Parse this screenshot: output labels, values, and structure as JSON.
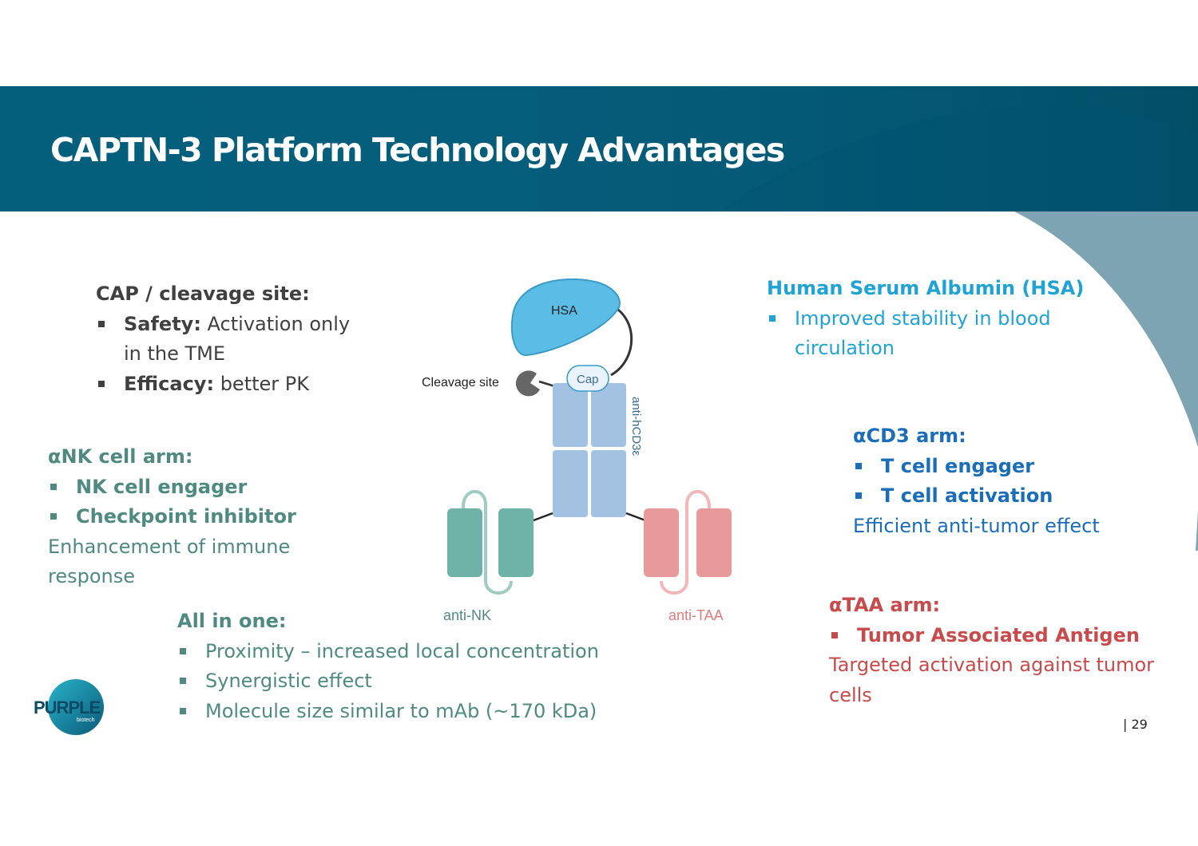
{
  "slide": {
    "title": "CAPTN-3 Platform Technology Advantages",
    "page_number": "| 29"
  },
  "cap_section": {
    "heading": "CAP / cleavage site:",
    "items": [
      {
        "label": "Safety:",
        "text": " Activation only",
        "text2": "in the TME"
      },
      {
        "label": "Efficacy:",
        "text": " better PK"
      }
    ]
  },
  "nk_section": {
    "heading": "αNK cell arm:",
    "items": [
      "NK cell engager",
      "Checkpoint inhibitor"
    ],
    "body_line1": "Enhancement of immune",
    "body_line2": "response"
  },
  "all_in_one": {
    "heading": "All in one:",
    "items": [
      "Proximity – increased local concentration",
      "Synergistic effect",
      "Molecule size similar to mAb (~170 kDa)"
    ]
  },
  "hsa_section": {
    "heading": "Human Serum Albumin (HSA)",
    "item_line1": "Improved stability in blood",
    "item_line2": "circulation"
  },
  "cd3_section": {
    "heading": "αCD3 arm:",
    "items": [
      "T cell engager",
      "T cell activation"
    ],
    "body": "Efficient anti-tumor effect"
  },
  "taa_section": {
    "heading": "αTAA arm:",
    "items": [
      "Tumor Associated Antigen"
    ],
    "body_line1": "Targeted activation against tumor",
    "body_line2": "cells"
  },
  "diagram": {
    "hsa_label": "HSA",
    "cleavage_label": "Cleavage site",
    "cap_label": "Cap",
    "cd3_label": "anti-hCD3ε",
    "nk_label": "anti-NK",
    "taa_label": "anti-TAA"
  },
  "logo": {
    "text": "PURPLE",
    "subtext": "biotech"
  },
  "colors": {
    "header": "#045f7d",
    "swoosh": "#7ea3b3",
    "teal": "#4f8a82",
    "cyan": "#1fa3d6",
    "blue": "#1a6db9",
    "red": "#c94a4a"
  }
}
